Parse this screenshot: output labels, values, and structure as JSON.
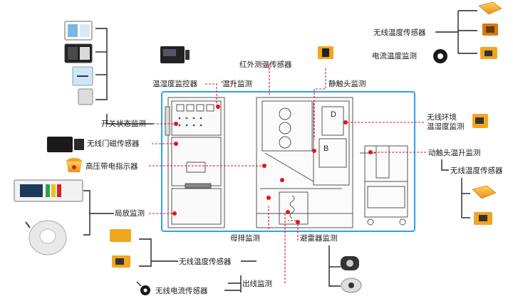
{
  "labels": {
    "switch_status": "开关状态监测",
    "door_sensor": "无线门磁传感器",
    "hv_indicator": "高压带电指示器",
    "partial_discharge": "局放监测",
    "temp_humidity_ctrl": "温湿度监控器",
    "ir_temp_sensor": "红外测温传感器",
    "temp_rise": "温升监测",
    "static_contact": "静触头监测",
    "wireless_temp_top": "无线温度传感器",
    "current_temp": "电流温度监测",
    "env_line1": "无线环境",
    "env_line2": "温湿度监测",
    "moving_contact": "动触头温升监测",
    "wireless_temp_right": "无线温度传感器",
    "busbar": "母排监测",
    "arrester": "避雷器监测",
    "wireless_temp_bottom": "无线温度传感器",
    "outlet": "出线监测",
    "wireless_current": "无线电流传感器"
  },
  "panel_marks": {
    "d": "D",
    "b": "B"
  },
  "colors": {
    "frame": "#2ea3e8",
    "marker": "#e8101c",
    "leader": "#e8101c",
    "bracket": "#222222",
    "sensor_orange": "#f4a51c"
  }
}
